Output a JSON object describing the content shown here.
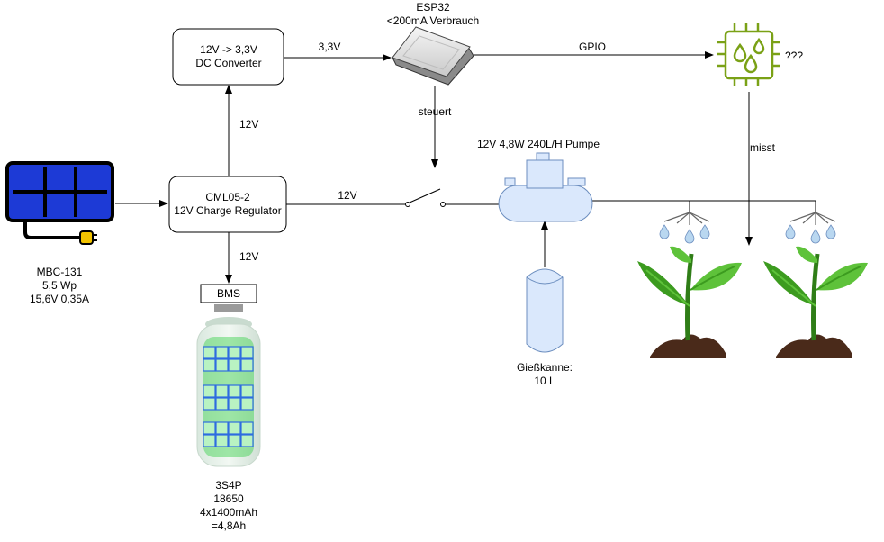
{
  "nodes": {
    "dc_converter": {
      "line1": "12V -> 3,3V",
      "line2": "DC Converter"
    },
    "esp32": {
      "line1": "ESP32",
      "line2": "<200mA Verbrauch"
    },
    "charge_regulator": {
      "line1": "CML05-2",
      "line2": "12V Charge Regulator"
    },
    "solar_panel": {
      "line1": "MBC-131",
      "line2": "5,5 Wp",
      "line3": "15,6V 0,35A"
    },
    "bms": {
      "label": "BMS"
    },
    "battery": {
      "line1": "3S4P",
      "line2": "18650",
      "line3": "4x1400mAh",
      "line4": "=4,8Ah"
    },
    "pump": {
      "label": "12V 4,8W 240L/H Pumpe"
    },
    "watering_can": {
      "line1": "Gießkanne:",
      "line2": "10 L"
    },
    "moisture_sensor": {
      "label": "???"
    }
  },
  "edges": {
    "regulator_to_converter": "12V",
    "converter_to_esp32": "3,3V",
    "esp32_to_sensor": "GPIO",
    "esp32_to_switch": "steuert",
    "regulator_to_battery": "12V",
    "regulator_to_switch": "12V",
    "sensor_to_plant": "misst"
  },
  "colors": {
    "node_stroke": "#000000",
    "pump_fill": "#dae8fc",
    "pump_stroke": "#6c8ebf",
    "panel_fill": "#1d3ad6",
    "sensor_green": "#7aa116",
    "plant_green": "#3c9b1f",
    "leaf_green": "#5ec23a",
    "battery_green": "#37d04a",
    "soil": "#4a2a1a",
    "water_drop": "#b9d7f0"
  },
  "icons": {
    "solar_panel": "solar-panel-icon",
    "esp32": "esp32-board-icon",
    "moisture_sensor": "moisture-sensor-chip-icon",
    "switch": "switch-icon",
    "battery": "battery-pack-icon",
    "sprinkler": "sprinkler-icon",
    "plant": "plant-icon"
  }
}
